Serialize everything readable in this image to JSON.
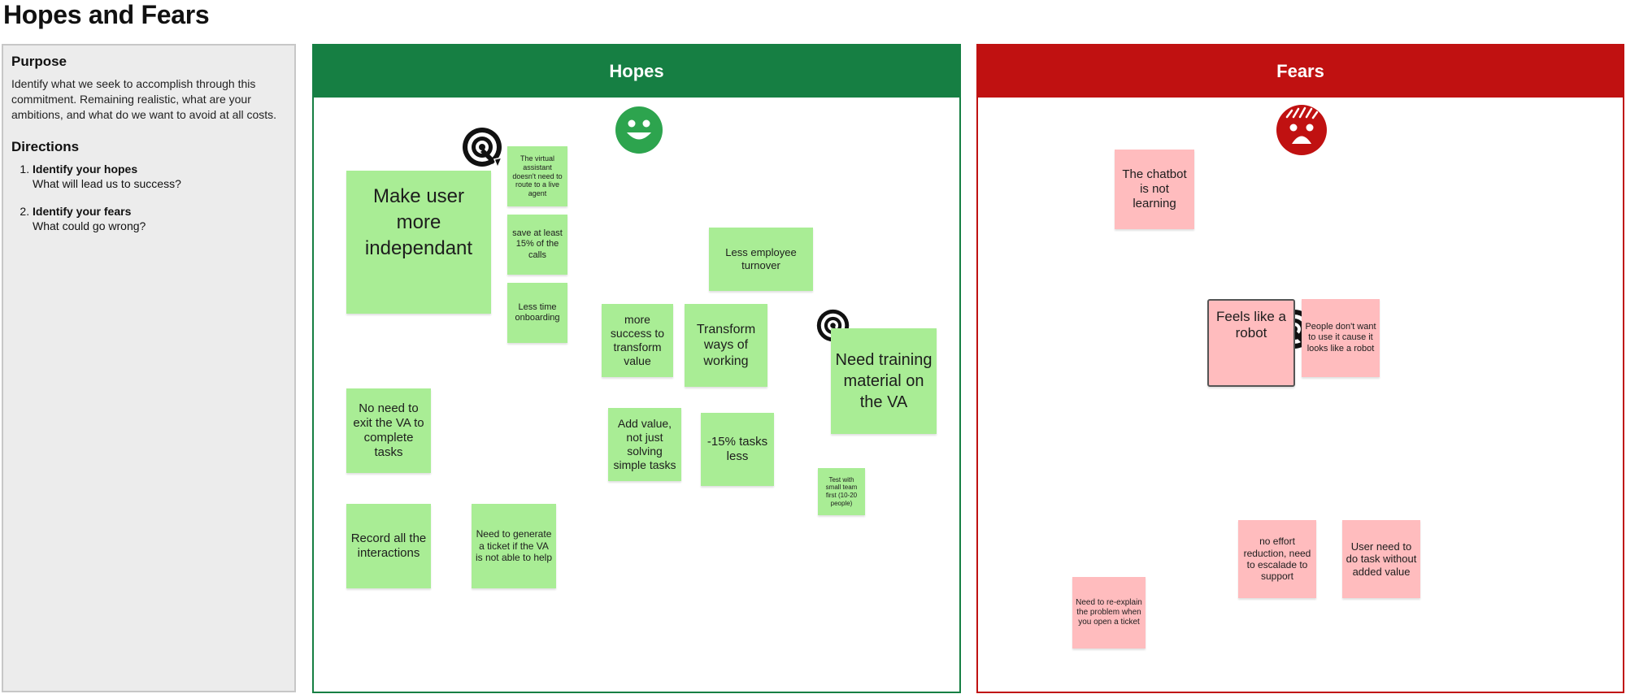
{
  "title": "Hopes and Fears",
  "side_panel": {
    "purpose_heading": "Purpose",
    "purpose_text": "Identify what we seek to accomplish through this commitment. Remaining realistic, what are your ambitions, and what do we want to avoid at all costs.",
    "directions_heading": "Directions",
    "steps": [
      {
        "title": "Identify your hopes",
        "sub": "What will lead us to success?"
      },
      {
        "title": "Identify your fears",
        "sub": "What could go wrong?"
      }
    ]
  },
  "hopes": {
    "header": "Hopes",
    "color": "#167f43",
    "icon": "smiley-face-icon",
    "notes": [
      "Make user more independant",
      "The virtual assistant doesn't need to route to a live agent",
      "save at least 15% of the calls",
      "Less time onboarding",
      "Less employee turnover",
      "more success to transform value",
      "Transform ways of working",
      "Need training material on the VA",
      "No need to exit the VA to complete tasks",
      "Add value, not just solving simple tasks",
      "-15% tasks less",
      "Test with small team first (10-20 people)",
      "Record all the interactions",
      "Need to generate a ticket if the VA is not able to help"
    ]
  },
  "fears": {
    "header": "Fears",
    "color": "#c01111",
    "icon": "scared-face-icon",
    "notes": [
      "The chatbot is not learning",
      "Feels like a robot",
      "People don't want to use it cause it looks like a robot",
      "no effort reduction, need to escalade to support",
      "User need to do task without added value",
      "Need to re-explain the problem when you open a ticket"
    ]
  },
  "icons": [
    "target-icon"
  ]
}
